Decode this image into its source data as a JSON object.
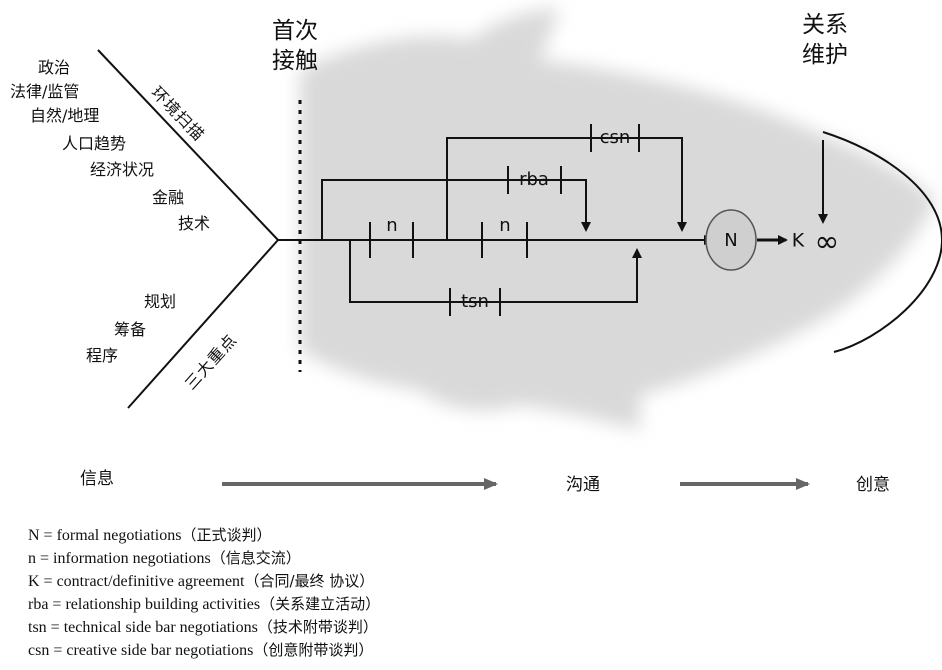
{
  "phases": {
    "first_contact": "首次\n接触",
    "relationship_maintenance": "关系\n维护"
  },
  "environment_scan": {
    "title": "环境扫描",
    "items": [
      "政治",
      "法律/监管",
      "自然/地理",
      "人口趋势",
      "经济状况",
      "金融",
      "技术"
    ]
  },
  "three_focus": {
    "title": "三大重点",
    "items": [
      "规划",
      "筹备",
      "程序"
    ]
  },
  "diagram_labels": {
    "csn": "csn",
    "rba": "rba",
    "n1": "n",
    "n2": "n",
    "tsn": "tsn",
    "N": "N",
    "K": "K",
    "infinity": "∞"
  },
  "flow": {
    "info": "信息",
    "communication": "沟通",
    "creativity": "创意"
  },
  "legend": [
    {
      "abbr": "N = formal negotiations",
      "zh": "（正式谈判）"
    },
    {
      "abbr": "n = information negotiations",
      "zh": "（信息交流）"
    },
    {
      "abbr": "K = contract/definitive agreement",
      "zh": "（合同/最终 协议）"
    },
    {
      "abbr": "rba = relationship building activities",
      "zh": "（关系建立活动）"
    },
    {
      "abbr": "tsn = technical side bar negotiations",
      "zh": "（技术附带谈判）"
    },
    {
      "abbr": "csn = creative side bar negotiations",
      "zh": "（创意附带谈判）"
    }
  ],
  "colors": {
    "fish_body": "#d9d9d9",
    "ellipse_fill": "#cfcfcf",
    "line": "#111111",
    "flow_arrow": "#666666"
  }
}
